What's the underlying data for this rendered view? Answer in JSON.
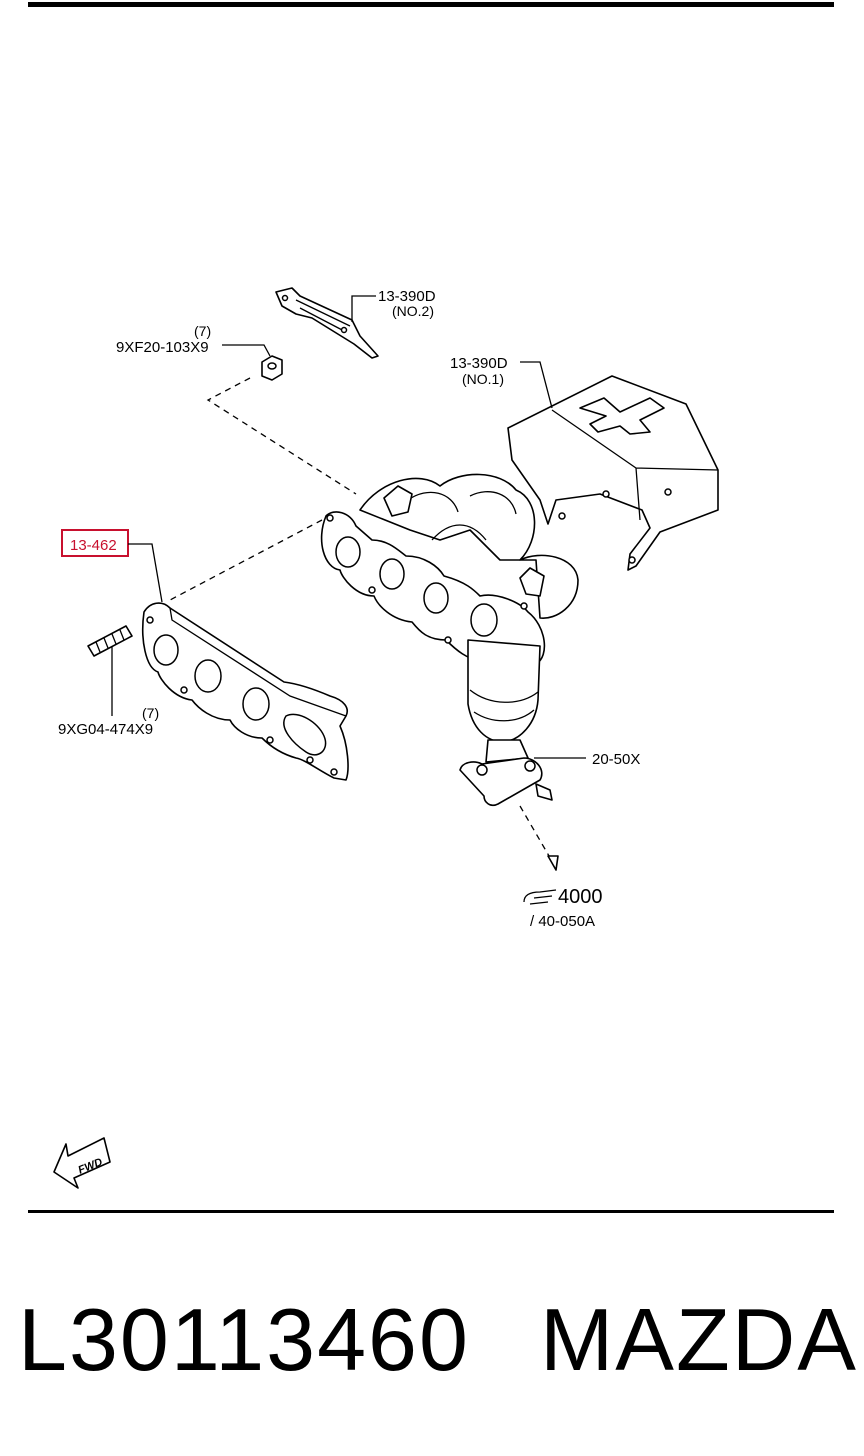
{
  "labels": {
    "heat_shield_no2": "13-390D",
    "heat_shield_no2_sub": "(NO.2)",
    "nut_qty": "(7)",
    "nut_part": "9XF20-103X9",
    "heat_shield_no1": "13-390D",
    "heat_shield_no1_sub": "(NO.1)",
    "gasket": "13-462",
    "stud_qty": "(7)",
    "stud_part": "9XG04-474X9",
    "gasket_outlet": "20-50X",
    "ref_fig": "4000",
    "ref_fig_sub": "/ 40-050A",
    "fwd": "FWD"
  },
  "footer": {
    "part_number": "L30113460",
    "brand": "MAZDA"
  },
  "colors": {
    "highlight": "#c8102e",
    "line": "#000000"
  }
}
